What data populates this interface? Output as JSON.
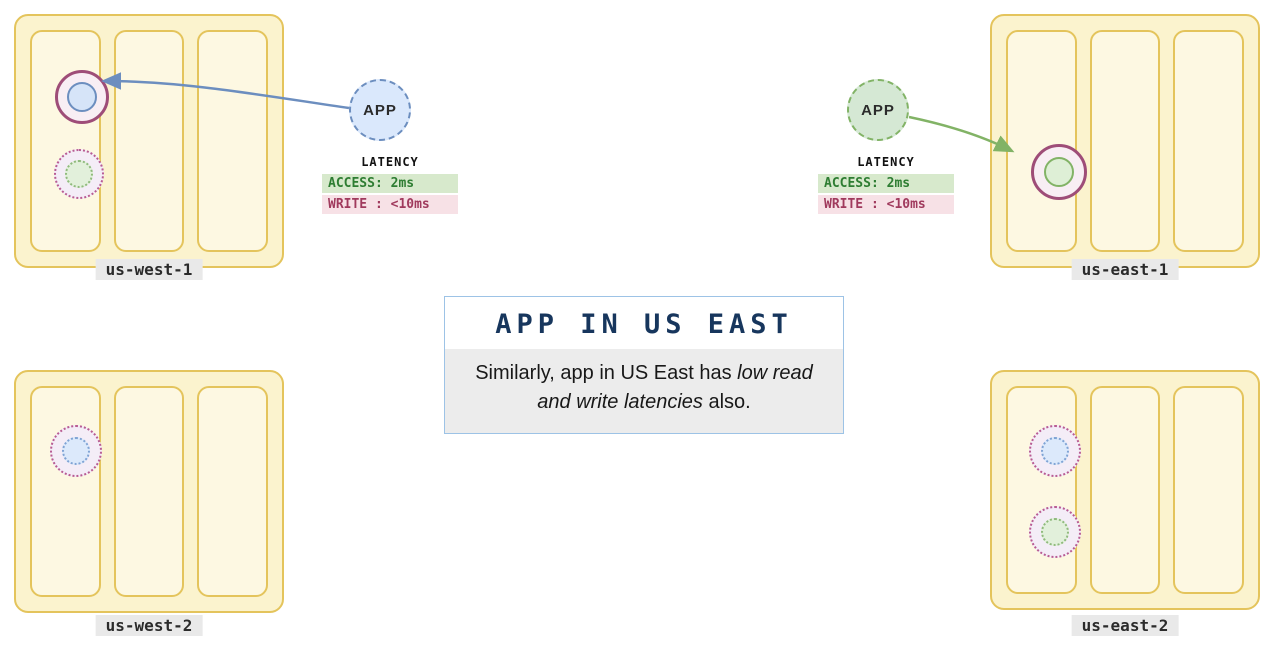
{
  "regions": [
    {
      "id": "us-west-1",
      "label": "us-west-1"
    },
    {
      "id": "us-east-1",
      "label": "us-east-1"
    },
    {
      "id": "us-west-2",
      "label": "us-west-2"
    },
    {
      "id": "us-east-2",
      "label": "us-east-2"
    }
  ],
  "apps": {
    "west": {
      "label": "APP"
    },
    "east": {
      "label": "APP"
    }
  },
  "latency": {
    "west": {
      "title": "LATENCY",
      "access": "ACCESS: 2ms",
      "write": "WRITE : <10ms"
    },
    "east": {
      "title": "LATENCY",
      "access": "ACCESS: 2ms",
      "write": "WRITE : <10ms"
    }
  },
  "callout": {
    "title": "APP IN US EAST",
    "body_prefix": "Similarly, app in US East has ",
    "body_italic": "low read and write latencies",
    "body_suffix": " also."
  },
  "colors": {
    "region_fill": "#FBF3CE",
    "region_border": "#E4C45C",
    "app_west_fill": "#DAE8FC",
    "app_west_border": "#6C8EBF",
    "app_east_fill": "#D5E8D4",
    "app_east_border": "#82B366",
    "access_bg": "#D7E9CC",
    "access_text": "#2E7D32",
    "write_bg": "#F7E1E6",
    "write_text": "#A03A5D",
    "replica_ring_solid": "#9E4D78",
    "replica_ring_dotted": "#B85C93",
    "arrow_west": "#6C8EBF",
    "arrow_east": "#82B366",
    "callout_title_color": "#17365D"
  }
}
